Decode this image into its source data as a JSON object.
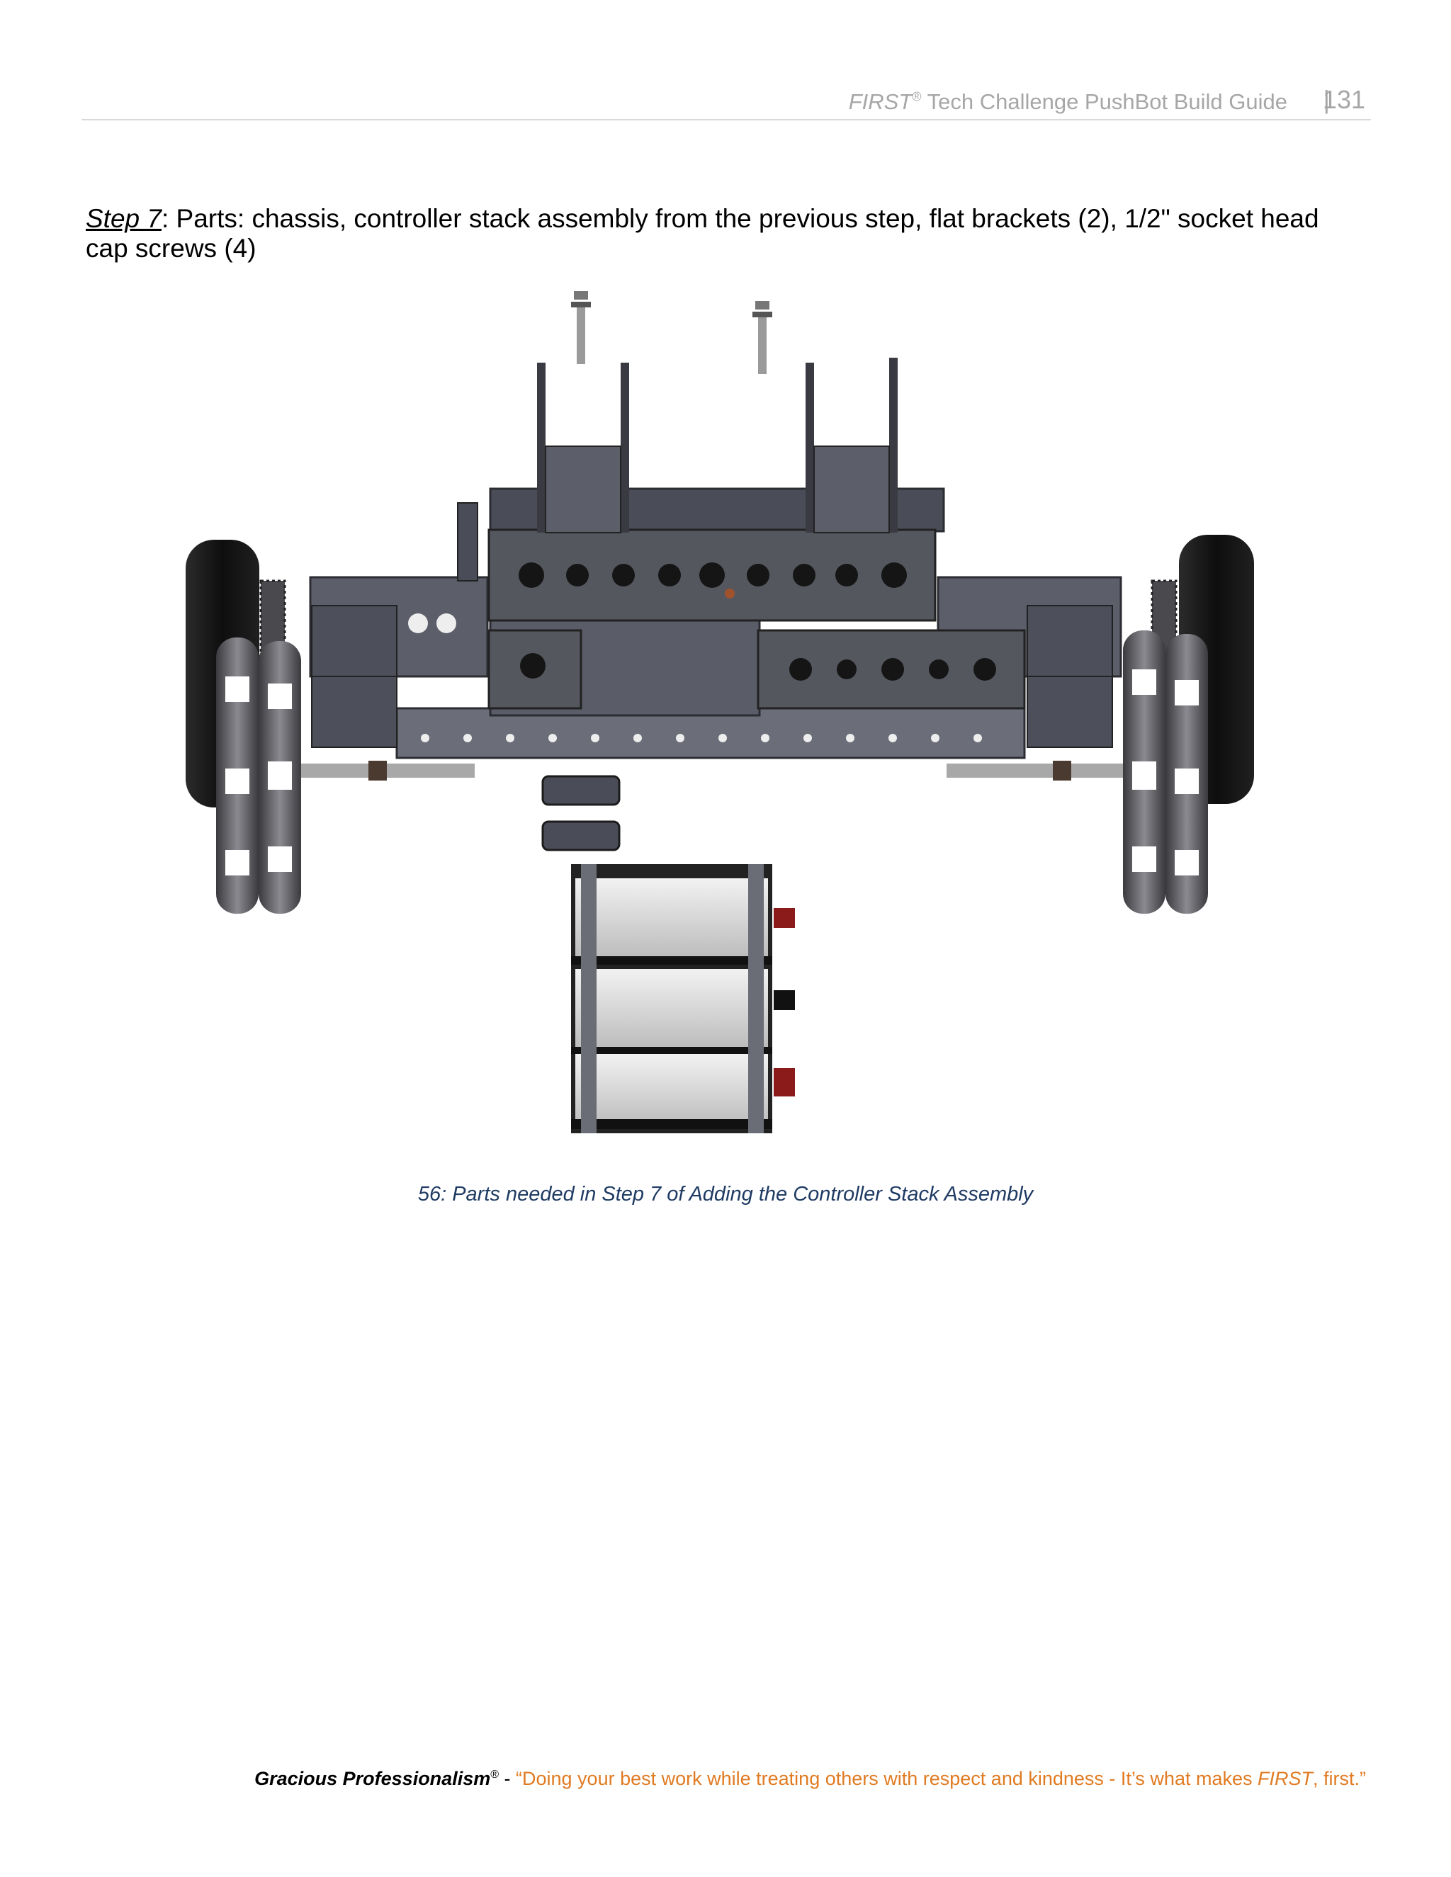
{
  "header": {
    "brand": "FIRST",
    "registered": "®",
    "title_rest": " Tech Challenge PushBot Build Guide",
    "separator": "|",
    "page_number": "131"
  },
  "step": {
    "label": "Step 7",
    "text": ": Parts: chassis, controller stack assembly from the previous step, flat brackets (2), 1/2\" socket head cap screws (4)"
  },
  "figure": {
    "caption": "56: Parts needed in Step 7 of Adding the Controller Stack Assembly"
  },
  "footer": {
    "gp": "Gracious Professionalism",
    "registered": "®",
    "dash": " - ",
    "quote_start": "“Doing your best work while treating others with respect and kindness - It’s what makes ",
    "brand": "FIRST",
    "quote_end": ", first.”"
  }
}
